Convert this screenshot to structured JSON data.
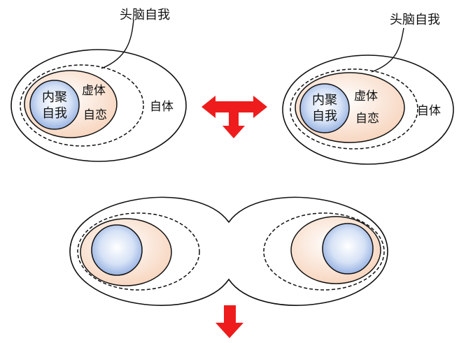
{
  "colors": {
    "stroke": "#111111",
    "arrow": "#ee1c1c",
    "inner_fill_edge": "#f7d3bb",
    "core_center": "#ffffff",
    "core_edge": "#8aa8de"
  },
  "icons": [
    "double-arrow-icon",
    "down-arrow-icon"
  ],
  "left_cell": {
    "callout": "头脑自我",
    "core_line1": "内聚",
    "core_line2": "自我",
    "inner_top": "虚体",
    "inner_bottom": "自恋",
    "outer": "自体"
  },
  "right_cell": {
    "callout": "头脑自我",
    "core_line1": "内聚",
    "core_line2": "自我",
    "inner_top": "虚体",
    "inner_bottom": "自恋",
    "outer": "自体"
  }
}
